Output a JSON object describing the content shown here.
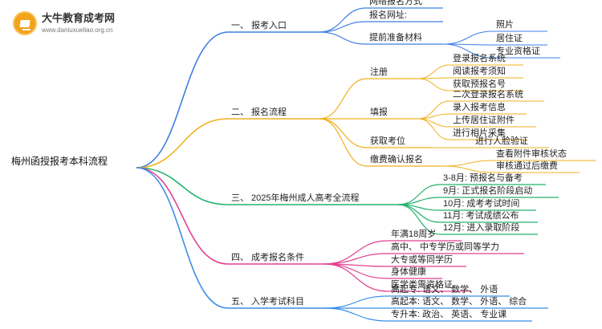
{
  "logo": {
    "title": "大牛教育成考网",
    "url": "www.daniuxueliao.org.cn"
  },
  "mindmap": {
    "root": "梅州函授报考本科流程",
    "branches": [
      {
        "label": "一、 报考入口",
        "color": "#3f7fe3",
        "children": [
          {
            "label": "网络报名方式"
          },
          {
            "label": "报名网址:"
          },
          {
            "label": "提前准备材料",
            "children": [
              {
                "label": "照片"
              },
              {
                "label": "居住证"
              },
              {
                "label": "专业资格证"
              }
            ]
          }
        ]
      },
      {
        "label": "二、 报名流程",
        "color": "#f2b01e",
        "children": [
          {
            "label": "注册",
            "children": [
              {
                "label": "登录报名系统"
              },
              {
                "label": "阅读报考须知"
              },
              {
                "label": "获取预报名号"
              }
            ]
          },
          {
            "label": "填报",
            "children": [
              {
                "label": "二次登录报名系统"
              },
              {
                "label": "录入报考信息"
              },
              {
                "label": "上传居住证附件"
              },
              {
                "label": "进行相片采集"
              }
            ]
          },
          {
            "label": "获取考位",
            "children": [
              {
                "label": "进行人脸验证"
              }
            ]
          },
          {
            "label": "缴费确认报名",
            "children": [
              {
                "label": "查看附件审核状态"
              },
              {
                "label": "审核通过后缴费"
              }
            ]
          }
        ]
      },
      {
        "label": "三、 2025年梅州成人高考全流程",
        "color": "#23b26d",
        "children": [
          {
            "label": "3-8月: 预报名与备考"
          },
          {
            "label": "9月: 正式报名阶段启动"
          },
          {
            "label": "10月: 成考考试时间"
          },
          {
            "label": "11月: 考试成绩公布"
          },
          {
            "label": "12月: 进入录取阶段"
          }
        ]
      },
      {
        "label": "四、 成考报名条件",
        "color": "#e2418f",
        "children": [
          {
            "label": "年满18周岁"
          },
          {
            "label": "高中、 中专学历或同等学力"
          },
          {
            "label": "大专或等同学历"
          },
          {
            "label": "身体健康"
          },
          {
            "label": "医学类需资格证"
          }
        ]
      },
      {
        "label": "五、 入学考试科目",
        "color": "#3a8ee6",
        "children": [
          {
            "label": "高起专: 语文、 数学、 外语"
          },
          {
            "label": "高起本: 语文、 数学、 外语、 综合"
          },
          {
            "label": "专升本: 政治、 英语、 专业课"
          }
        ]
      }
    ]
  }
}
